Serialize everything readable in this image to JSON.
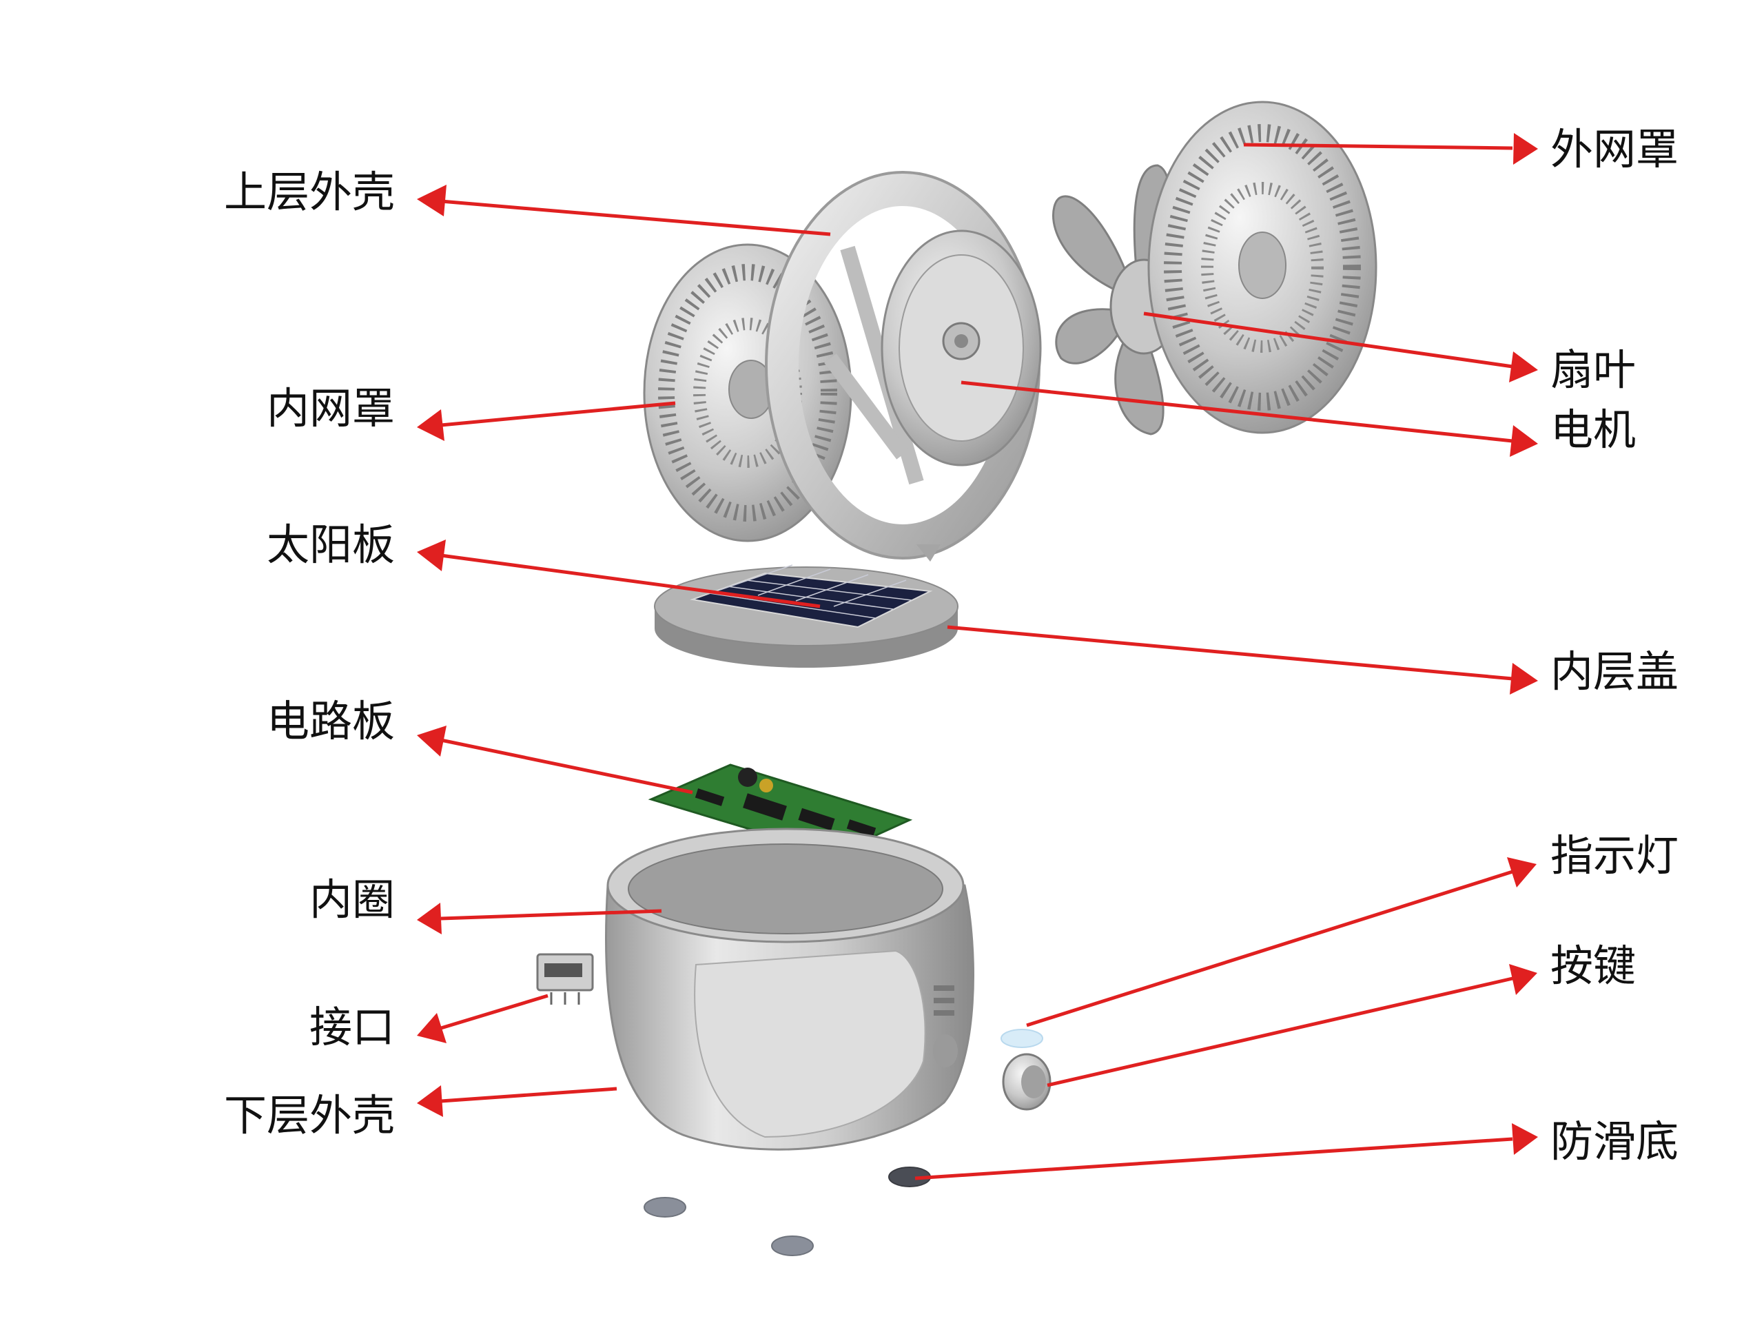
{
  "colors": {
    "arrow": "#e02020",
    "label": "#111111",
    "metal": "#c4c4c4",
    "pcb_green": "#2f7d32",
    "solar_cell": "#1b2140"
  },
  "labels": {
    "upper_shell": "上层外壳",
    "inner_grille": "内网罩",
    "solar_panel": "太阳板",
    "circuit_board": "电路板",
    "inner_ring": "内圈",
    "port": "接口",
    "lower_shell": "下层外壳",
    "outer_grille": "外网罩",
    "fan_blade": "扇叶",
    "motor": "电机",
    "inner_cover": "内层盖",
    "indicator_light": "指示灯",
    "button": "按键",
    "anti_slip_base": "防滑底"
  },
  "icons": {
    "callout_arrow": "arrow-icon"
  }
}
